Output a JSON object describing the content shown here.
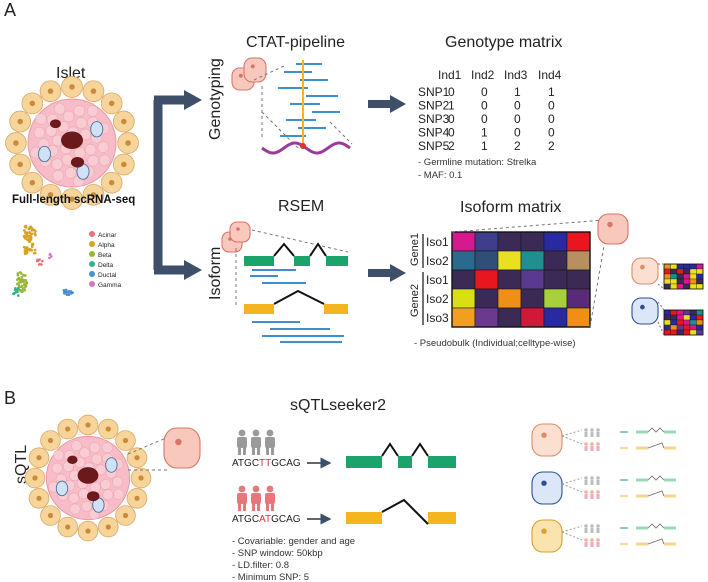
{
  "panelA": {
    "letter": "A",
    "islet_title": "Islet",
    "method_label": "Full-length scRNA-seq",
    "legend": [
      {
        "label": "Acinar",
        "color": "#e8737a"
      },
      {
        "label": "Alpha",
        "color": "#d8a126"
      },
      {
        "label": "Beta",
        "color": "#98b833"
      },
      {
        "label": "Delta",
        "color": "#2fb58a"
      },
      {
        "label": "Ductal",
        "color": "#4a8fd0"
      },
      {
        "label": "Gamma",
        "color": "#d874c8"
      }
    ],
    "ctat_title": "CTAT-pipeline",
    "genotyping_label": "Genotyping",
    "genotype_title": "Genotype matrix",
    "genotype_cols": [
      "Ind1",
      "Ind2",
      "Ind3",
      "Ind4"
    ],
    "genotype_rows": [
      {
        "snp": "SNP1",
        "v": [
          "0",
          "0",
          "1",
          "1"
        ]
      },
      {
        "snp": "SNP2",
        "v": [
          "1",
          "0",
          "0",
          "0"
        ]
      },
      {
        "snp": "SNP3",
        "v": [
          "0",
          "0",
          "0",
          "0"
        ]
      },
      {
        "snp": "SNP4",
        "v": [
          "0",
          "1",
          "0",
          "0"
        ]
      },
      {
        "snp": "SNP5",
        "v": [
          "2",
          "1",
          "2",
          "2"
        ]
      }
    ],
    "genotype_notes": [
      "- Germline mutation: Strelka",
      "- MAF: 0.1"
    ],
    "rsem_title": "RSEM",
    "isoform_label": "Isoform",
    "isoform_title": "Isoform matrix",
    "gene_labels": [
      "Gene1",
      "Gene2"
    ],
    "iso_labels": [
      "Iso1",
      "Iso2",
      "Iso1",
      "Iso2",
      "Iso3"
    ],
    "heatmap_colors": [
      [
        "#d6198f",
        "#3f3d8c",
        "#3a2a55",
        "#3a2a55",
        "#2a2aa0",
        "#e8161e"
      ],
      [
        "#2b6a8f",
        "#2f4f78",
        "#e8e020",
        "#1f8f8f",
        "#3a2a55",
        "#b89060"
      ],
      [
        "#3a2a55",
        "#e8161e",
        "#3a2a55",
        "#5a3a90",
        "#3a2a55",
        "#3a2a55"
      ],
      [
        "#d8df12",
        "#3a2a55",
        "#f08f15",
        "#3a2a55",
        "#a8d03a",
        "#5a2a7a"
      ],
      [
        "#f0a01e",
        "#6a3a8f",
        "#3a2a55",
        "#d0183a",
        "#2a2aa0",
        "#f08f15"
      ]
    ],
    "pseudobulk_note": "- Pseudobulk (Individual;celltype-wise)"
  },
  "panelB": {
    "letter": "B",
    "tool_title": "sQTLseeker2",
    "sqtl_label": "sQTL",
    "seq1": {
      "pre": "ATGC",
      "mid": "TT",
      "post": "GCAG"
    },
    "seq2": {
      "pre": "ATGC",
      "mid": "AT",
      "post": "GCAG"
    },
    "notes": [
      "- Covariable: gender and age",
      "- SNP window: 50kbp",
      "- LD.filter: 0.8",
      "- Minimum SNP: 5"
    ]
  },
  "colors": {
    "arrow": "#3e4f69",
    "exon_green": "#1aa36a",
    "exon_orange": "#f5b51e",
    "read_blue": "#3d8fd0",
    "red_text": "#e0322d",
    "cell_fill": "#f8c8bd",
    "cell_stroke": "#d8756b",
    "islet_fill": "#f7bcc5",
    "acinar_fill": "#f6d49a",
    "person_gray": "#9a9a9a",
    "person_red": "#e8767a"
  }
}
